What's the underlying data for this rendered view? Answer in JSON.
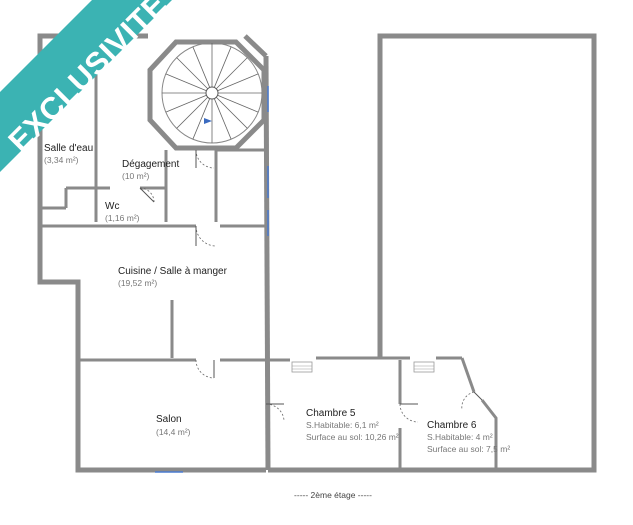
{
  "banner": {
    "text": "EXCLUSIVITÉ",
    "color": "#3bb3b3"
  },
  "rooms": {
    "salle_deau": {
      "name": "Salle d'eau",
      "area": "(3,34 m²)"
    },
    "degagement": {
      "name": "Dégagement",
      "area": "(10 m²)"
    },
    "wc": {
      "name": "Wc",
      "area": "(1,16 m²)"
    },
    "cuisine": {
      "name": "Cuisine / Salle à manger",
      "area": "(19,52 m²)"
    },
    "salon": {
      "name": "Salon",
      "area": "(14,4 m²)"
    },
    "chambre5": {
      "name": "Chambre 5",
      "habitable": "S.Habitable: 6,1 m²",
      "sol": "Surface au sol: 10,26 m²"
    },
    "chambre6": {
      "name": "Chambre 6",
      "habitable": "S.Habitable: 4 m²",
      "sol": "Surface au sol: 7,5 m²"
    }
  },
  "caption": "----- 2ème étage -----",
  "colors": {
    "wall": "#8a8a8a",
    "window": "#4a7bd0",
    "text": "#222222"
  }
}
